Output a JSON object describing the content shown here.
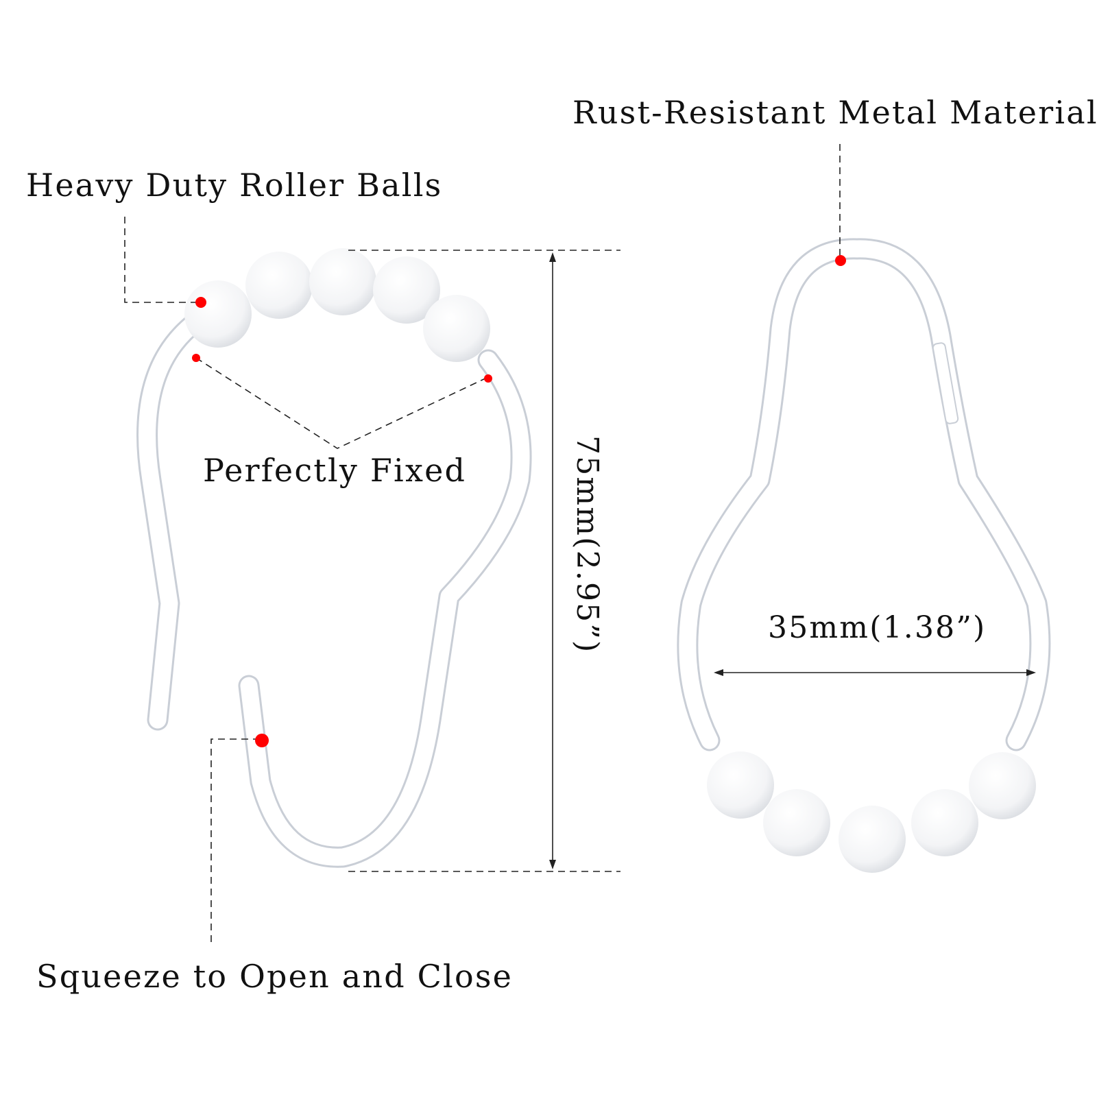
{
  "labels": {
    "roller_balls": "Heavy Duty Roller Balls",
    "material": "Rust-Resistant Metal Material",
    "fixed": "Perfectly Fixed",
    "squeeze": "Squeeze to Open and Close"
  },
  "dimensions": {
    "height": "75mm(2.95”)",
    "width": "35mm(1.38”)"
  },
  "colors": {
    "marker": "#ff0000",
    "hook": "#ffffff",
    "text": "#111111"
  }
}
